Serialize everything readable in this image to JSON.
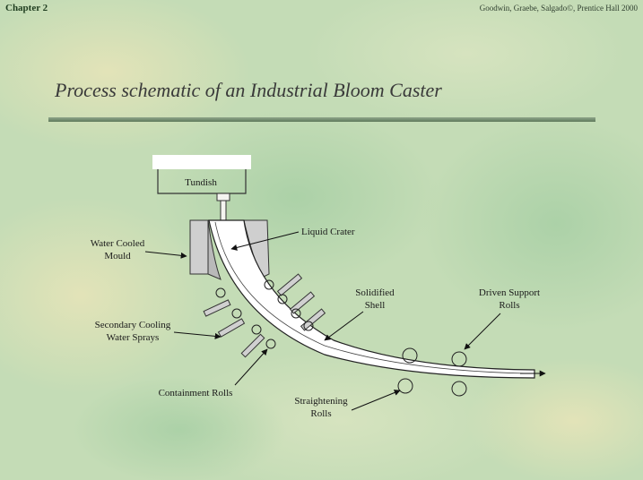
{
  "header": {
    "chapter": "Chapter 2",
    "credit": "Goodwin, Graebe, Salgado©, Prentice Hall 2000"
  },
  "slide": {
    "title": "Process schematic of an Industrial Bloom Caster"
  },
  "diagram": {
    "labels": {
      "tundish": "Tundish",
      "liquid_crater": "Liquid Crater",
      "water_cooled_mould_1": "Water Cooled",
      "water_cooled_mould_2": "Mould",
      "solidified_shell_1": "Solidified",
      "solidified_shell_2": "Shell",
      "driven_support_rolls_1": "Driven Support",
      "driven_support_rolls_2": "Rolls",
      "secondary_cooling_1": "Secondary Cooling",
      "secondary_cooling_2": "Water Sprays",
      "containment_rolls": "Containment Rolls",
      "straightening_rolls_1": "Straightening",
      "straightening_rolls_2": "Rolls"
    }
  }
}
